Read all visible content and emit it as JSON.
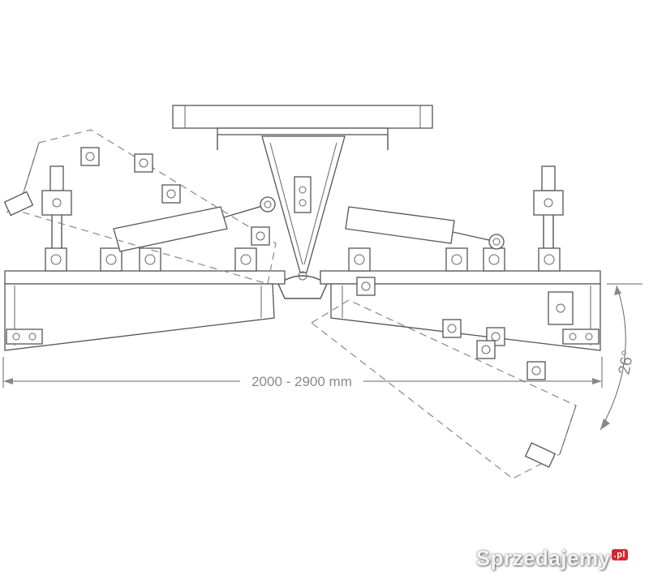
{
  "dimension_width_label": "2000 - 2900 mm",
  "dimension_angle_label": "26°",
  "watermark": {
    "text": "Sprzedajemy",
    "badge": ".pl"
  },
  "colors": {
    "line": "#555555",
    "dimension": "#8a8a8a",
    "background": "#ffffff"
  }
}
